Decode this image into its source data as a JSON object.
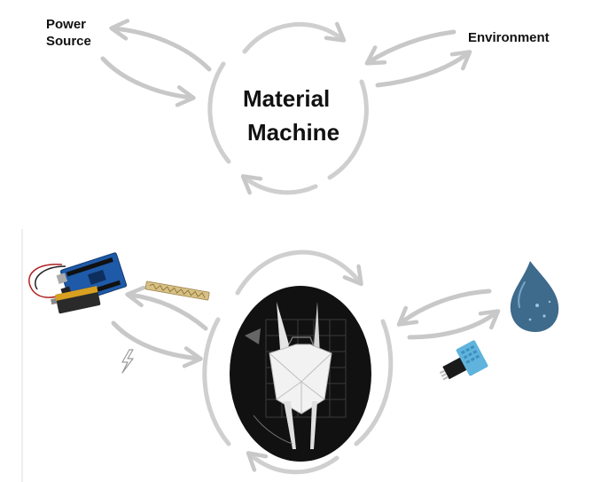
{
  "diagram": {
    "title_line1": "Material",
    "title_line2": "Machine",
    "power_label_line1": "Power",
    "power_label_line2": "Source",
    "environment_label": "Environment"
  },
  "colors": {
    "arrow": "#c8c8c8",
    "text": "#111111",
    "arduino_board": "#1e5aa8",
    "battery": "#2a2a2a",
    "flex_sensor": "#c8b060",
    "water_drop": "#3e6a8c",
    "dht_sensor": "#5fb3dd",
    "lightning": "#9a9a9a",
    "photo_bg": "#111111"
  },
  "icons": {
    "power_components": "arduino-battery-icon",
    "flex_sensor": "flex-sensor-icon",
    "energy": "lightning-icon",
    "water": "water-drop-icon",
    "humidity_sensor": "humidity-sensor-icon",
    "material_machine": "origami-machine-photo"
  }
}
